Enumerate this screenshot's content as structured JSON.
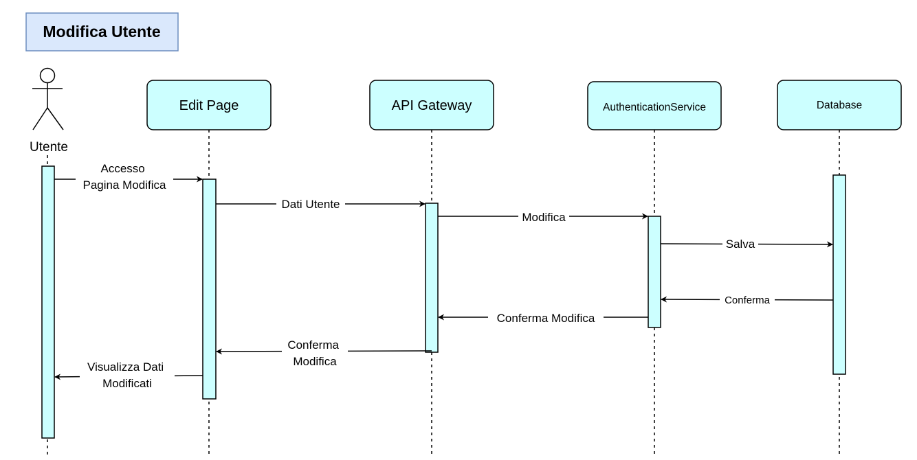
{
  "title": "Modifica Utente",
  "actor": {
    "label": "Utente"
  },
  "participants": [
    {
      "id": "edit_page",
      "label": "Edit Page"
    },
    {
      "id": "api_gateway",
      "label": "API Gateway"
    },
    {
      "id": "auth_service",
      "label": "AuthenticationService"
    },
    {
      "id": "database",
      "label": "Database"
    }
  ],
  "messages": [
    {
      "from": "actor",
      "to": "edit_page",
      "lines": [
        "Accesso",
        "Pagina Modifica"
      ],
      "type": "request"
    },
    {
      "from": "edit_page",
      "to": "api_gateway",
      "lines": [
        "Dati Utente"
      ],
      "type": "request"
    },
    {
      "from": "api_gateway",
      "to": "auth_service",
      "lines": [
        "Modifica"
      ],
      "type": "request"
    },
    {
      "from": "auth_service",
      "to": "database",
      "lines": [
        "Salva"
      ],
      "type": "request"
    },
    {
      "from": "database",
      "to": "auth_service",
      "lines": [
        "Conferma"
      ],
      "type": "response"
    },
    {
      "from": "auth_service",
      "to": "api_gateway",
      "lines": [
        "Conferma Modifica"
      ],
      "type": "response"
    },
    {
      "from": "api_gateway",
      "to": "edit_page",
      "lines": [
        "Conferma",
        "Modifica"
      ],
      "type": "response"
    },
    {
      "from": "edit_page",
      "to": "actor",
      "lines": [
        "Visualizza Dati",
        "Modificati"
      ],
      "type": "response"
    }
  ]
}
